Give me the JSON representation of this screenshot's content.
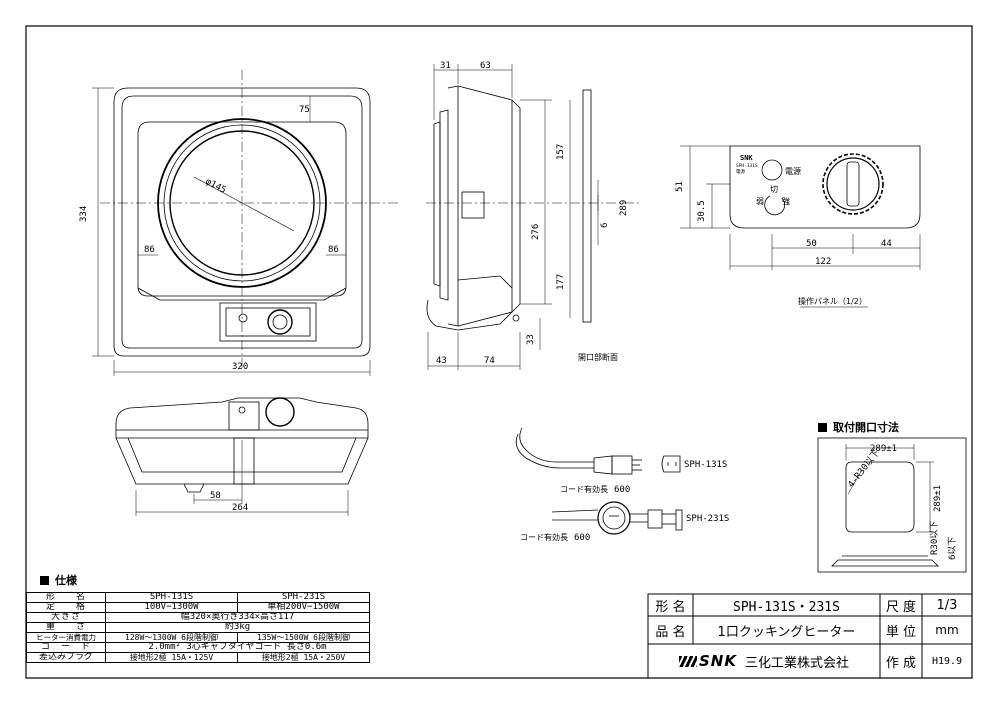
{
  "drawing": {
    "top_view": {
      "dim_height": "334",
      "dim_width": "320",
      "dim_75": "75",
      "dim_diameter": "φ145",
      "dim_86_left": "86",
      "dim_86_right": "86"
    },
    "side_view": {
      "dim_31": "31",
      "dim_63": "63",
      "dim_157": "157",
      "dim_276": "276",
      "dim_177": "177",
      "dim_33": "33",
      "dim_43": "43",
      "dim_74": "74"
    },
    "section": {
      "dim_289": "289",
      "dim_6": "6",
      "label": "開口部断面"
    },
    "panel": {
      "brand": "SNK",
      "model_small": "SPH-131S",
      "label_small": "電源",
      "indicator_label": "電源",
      "off_label": "切",
      "weak_label": "弱",
      "strong_label": "強",
      "dim_51": "51",
      "dim_30_5": "30.5",
      "dim_50": "50",
      "dim_44": "44",
      "dim_122": "122",
      "caption": "操作パネル（1/2）"
    },
    "front_view": {
      "dim_58": "58",
      "dim_264": "264"
    },
    "plugs": {
      "model_131": "SPH-131S",
      "model_231": "SPH-231S",
      "cord_label_1": "コード有効長",
      "cord_value_1": "600",
      "cord_label_2": "コード有効長",
      "cord_value_2": "600"
    },
    "cutout": {
      "title": "取付開口寸法",
      "width": "289±1",
      "height": "289±1",
      "radius": "4-R30以下",
      "thickness": "6以下",
      "rim": "R30以下"
    }
  },
  "spec": {
    "title": "仕様",
    "header": {
      "key": "形　　名",
      "a": "SPH-131S",
      "b": "SPH-231S"
    },
    "rows": [
      {
        "key": "定　　格",
        "a": "100V−1300W",
        "b": "単相200V−1500W"
      },
      {
        "key": "大きさ",
        "span": "幅320×奥行き334×高さ117"
      },
      {
        "key": "重　　さ",
        "span": "約3kg"
      },
      {
        "key": "ヒーター消費電力",
        "a": "128W〜1300W  6段階制御",
        "b": "135W〜1500W  6段階制御"
      },
      {
        "key": "コ　ー　ド",
        "span": "2.0mm²  3心キャブタイヤコード  長さ0.6m"
      },
      {
        "key": "差込みプラグ",
        "a": "接地形2極  15A・125V",
        "b": "接地形2極  15A・250V"
      }
    ]
  },
  "title_block": {
    "model_key": "形 名",
    "model_value": "SPH-131S・231S",
    "scale_key": "尺 度",
    "scale_value": "1/3",
    "name_key": "品 名",
    "name_value": "1口クッキングヒーター",
    "unit_key": "単 位",
    "unit_value": "mm",
    "company_logo": "SNK",
    "company_name": "三化工業株式会社",
    "created_key": "作 成",
    "created_value": "H19.9"
  }
}
